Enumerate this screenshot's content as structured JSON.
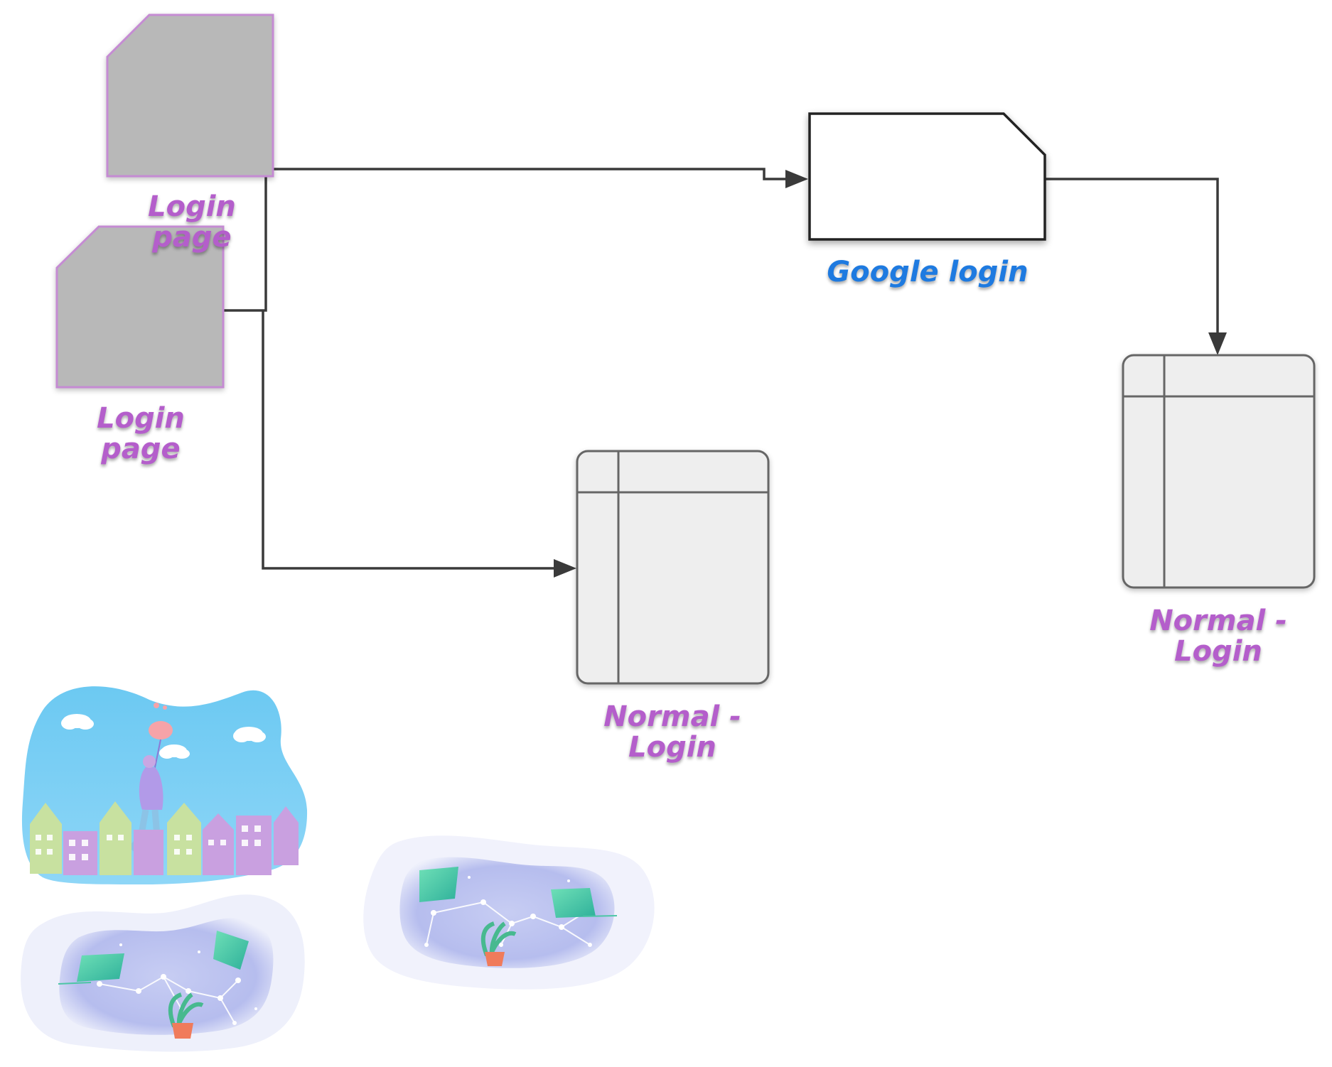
{
  "nodes": {
    "login_page_top": {
      "label_line1": "Login",
      "label_line2": "page"
    },
    "login_page_bottom": {
      "label_line1": "Login",
      "label_line2": "page"
    },
    "google_login": {
      "label": "Google login"
    },
    "normal_login_middle": {
      "label_line1": "Normal -",
      "label_line2": "Login"
    },
    "normal_login_right": {
      "label_line1": "Normal -",
      "label_line2": "Login"
    }
  },
  "colors": {
    "label_purple": "#b45ecb",
    "label_blue": "#1e7ae0",
    "card_fill": "#b8b8b8",
    "card_stroke": "#c58bd3",
    "edge": "#3a3a3a",
    "table_fill": "#eeeeee",
    "table_stroke": "#666666"
  },
  "icons": [
    "city-balloon-illustration",
    "constellation-illustration-left",
    "constellation-illustration-right"
  ]
}
